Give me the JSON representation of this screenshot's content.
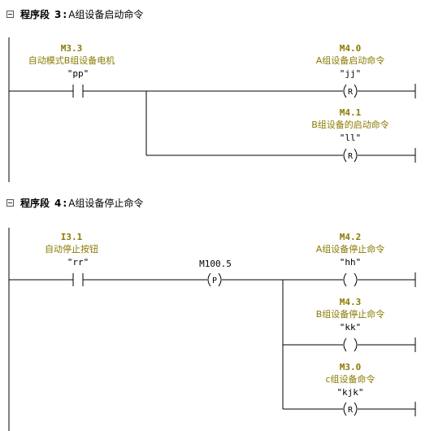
{
  "networks": [
    {
      "number": "3",
      "label": "程序段",
      "title": "A组设备启动命令",
      "contact": {
        "addr": "M3.3",
        "comment": "自动模式B组设备电机",
        "symbol": "\"pp\""
      },
      "coils": [
        {
          "addr": "M4.0",
          "comment": "A组设备启动命令",
          "symbol": "\"jj\"",
          "type": "R"
        },
        {
          "addr": "M4.1",
          "comment": "B组设备的启动命令",
          "symbol": "\"ll\"",
          "type": "R"
        }
      ]
    },
    {
      "number": "4",
      "label": "程序段",
      "title": "A组设备停止命令",
      "contact": {
        "addr": "I3.1",
        "comment": "自动停止按钮",
        "symbol": "\"rr\""
      },
      "edge": {
        "addr": "M100.5",
        "type": "P"
      },
      "coils": [
        {
          "addr": "M4.2",
          "comment": "A组设备停止命令",
          "symbol": "\"hh\"",
          "type": ""
        },
        {
          "addr": "M4.3",
          "comment": "B组设备停止命令",
          "symbol": "\"kk\"",
          "type": ""
        },
        {
          "addr": "M3.0",
          "comment": "c组设备命令",
          "symbol": "\"kjk\"",
          "type": "R"
        }
      ]
    }
  ]
}
